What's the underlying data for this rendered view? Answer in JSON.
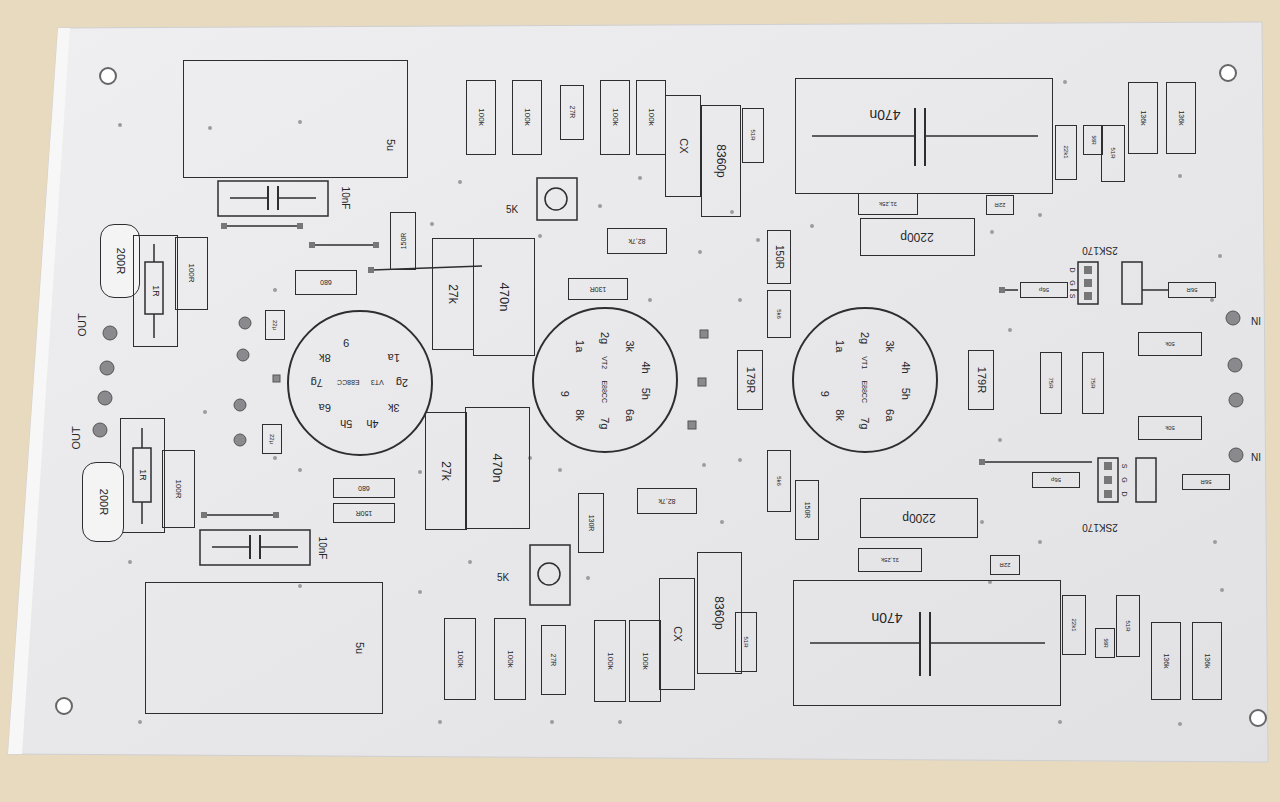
{
  "diagram": {
    "nodes": [
      {
        "text": [
          "5u"
        ]
      },
      {
        "text": [
          "150R"
        ]
      },
      {
        "text": [
          "680"
        ]
      },
      {
        "text": [
          "200R"
        ]
      },
      {
        "text": [
          "1R"
        ]
      },
      {
        "text": [
          "100R"
        ]
      },
      {
        "text": [
          "22µ"
        ]
      },
      {
        "text": [
          "1a",
          "2g",
          "3k",
          "4h",
          "5h",
          "6a",
          "7g",
          "8k",
          "9",
          "E88CC",
          "VT3"
        ]
      },
      {
        "text": [
          "27k"
        ]
      },
      {
        "text": [
          "470n"
        ]
      },
      {
        "text": [
          "100k"
        ]
      },
      {
        "text": [
          "100k"
        ]
      },
      {
        "text": [
          "27R"
        ]
      },
      {
        "text": [
          "100k"
        ]
      },
      {
        "text": [
          "100k"
        ]
      },
      {
        "text": [
          "CX"
        ]
      },
      {
        "text": [
          "8360p"
        ]
      },
      {
        "text": [
          "51R"
        ]
      },
      {
        "text": [
          "82,7k"
        ]
      },
      {
        "text": [
          "130R"
        ]
      },
      {
        "text": [
          "1a",
          "2g",
          "3k",
          "4h",
          "5h",
          "6a",
          "7g",
          "8k",
          "9",
          "E88CC",
          "VT2"
        ]
      },
      {
        "text": [
          "470n"
        ]
      },
      {
        "text": [
          "31,25k"
        ]
      },
      {
        "text": [
          "22R"
        ]
      },
      {
        "text": [
          "2200p"
        ]
      },
      {
        "text": [
          "150R"
        ]
      },
      {
        "text": [
          "5k6"
        ]
      },
      {
        "text": [
          "179R"
        ]
      },
      {
        "text": [
          "1a",
          "2g",
          "3k",
          "4h",
          "5h",
          "6a",
          "7g",
          "8k",
          "9",
          "E88CC",
          "VT1"
        ]
      },
      {
        "text": [
          "179R"
        ]
      },
      {
        "text": [
          "22k1"
        ]
      },
      {
        "text": [
          "56R"
        ]
      },
      {
        "text": [
          "51R"
        ]
      },
      {
        "text": [
          "136k"
        ]
      },
      {
        "text": [
          "136k"
        ]
      },
      {
        "text": [
          "56p"
        ]
      },
      {
        "text": [
          "56R"
        ]
      },
      {
        "text": [
          "50k"
        ]
      },
      {
        "text": [
          "75R"
        ]
      },
      {
        "text": [
          "75R"
        ]
      },
      {
        "text": [
          "50k"
        ]
      },
      {
        "text": [
          "22µ"
        ]
      },
      {
        "text": [
          "1R"
        ]
      },
      {
        "text": [
          "100R"
        ]
      },
      {
        "text": [
          "200R"
        ]
      },
      {
        "text": [
          "680"
        ]
      },
      {
        "text": [
          "150R"
        ]
      },
      {
        "text": [
          "27k"
        ]
      },
      {
        "text": [
          "470n"
        ]
      },
      {
        "text": [
          "5u"
        ]
      },
      {
        "text": [
          "130R"
        ]
      },
      {
        "text": [
          "82,7k"
        ]
      },
      {
        "text": [
          "100k"
        ]
      },
      {
        "text": [
          "100k"
        ]
      },
      {
        "text": [
          "27R"
        ]
      },
      {
        "text": [
          "100k"
        ]
      },
      {
        "text": [
          "100k"
        ]
      },
      {
        "text": [
          "CX"
        ]
      },
      {
        "text": [
          "8360p"
        ]
      },
      {
        "text": [
          "51R"
        ]
      },
      {
        "text": [
          "5k6"
        ]
      },
      {
        "text": [
          "150R"
        ]
      },
      {
        "text": [
          "2200p"
        ]
      },
      {
        "text": [
          "31,25k"
        ]
      },
      {
        "text": [
          "22R"
        ]
      },
      {
        "text": [
          "470n"
        ]
      },
      {
        "text": [
          "22k1"
        ]
      },
      {
        "text": [
          "56R"
        ]
      },
      {
        "text": [
          "51R"
        ]
      },
      {
        "text": [
          "136k"
        ]
      },
      {
        "text": [
          "136k"
        ]
      },
      {
        "text": [
          "56p"
        ]
      },
      {
        "text": [
          "56R"
        ]
      }
    ],
    "labels": [
      "OUT",
      "OUT",
      "10nF",
      "10nF",
      "5K",
      "5K",
      "2SK170",
      "D",
      "G",
      "S",
      "2SK170",
      "S",
      "G",
      "D",
      "IN",
      "IN"
    ]
  }
}
